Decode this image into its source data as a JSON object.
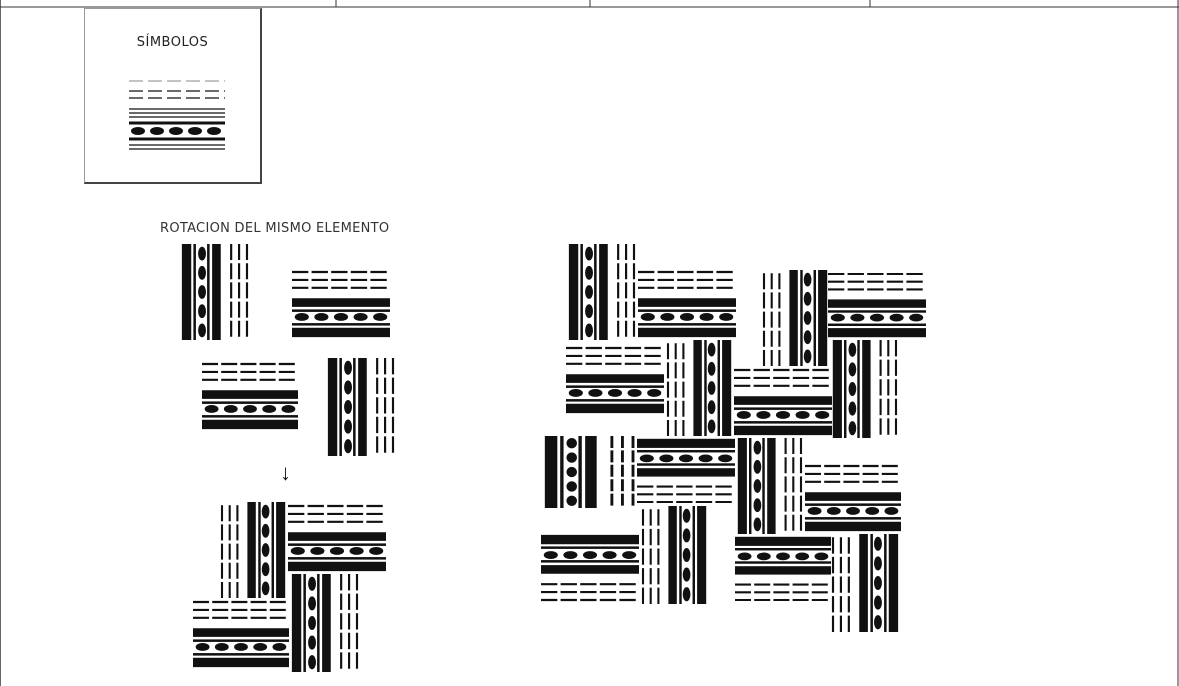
{
  "legend": {
    "title": "SÍMBOLOS",
    "symbols": [
      {
        "name": "thin-dashed-lines"
      },
      {
        "name": "solid-lines"
      },
      {
        "name": "oval-dots-band"
      },
      {
        "name": "solid-lines"
      }
    ]
  },
  "section": {
    "label": "ROTACION DEL MISMO ELEMENTO",
    "arrow": "↓"
  },
  "colors": {
    "ink": "#111111",
    "frame": "#444444",
    "page": "#ffffff"
  }
}
